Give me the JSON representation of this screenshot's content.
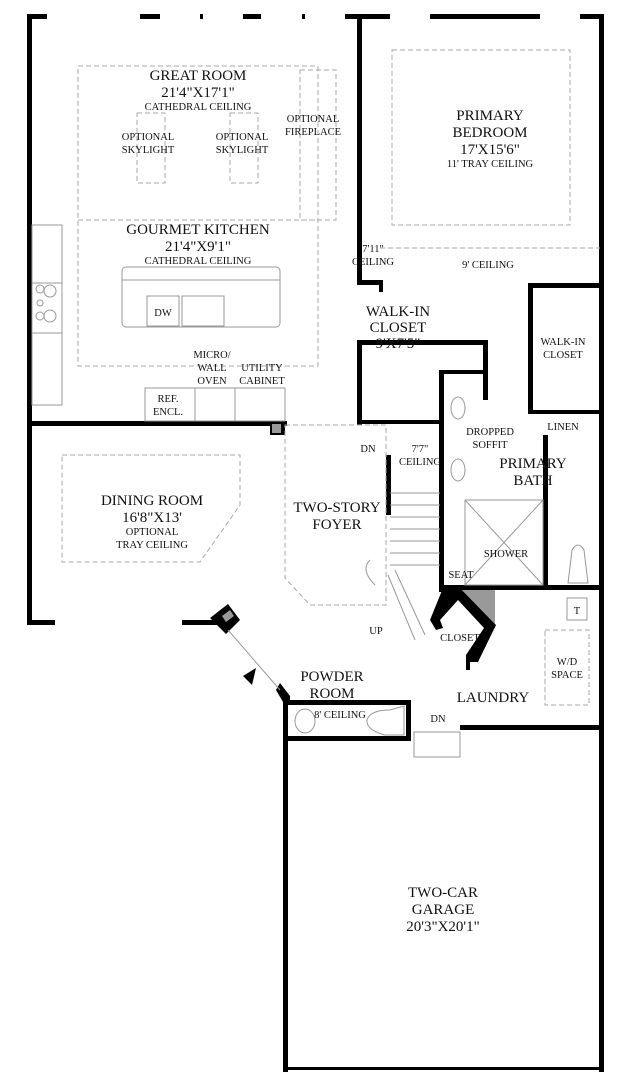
{
  "rooms": {
    "great_room": {
      "name": "GREAT ROOM",
      "size": "21'4\"X17'1\"",
      "note": "CATHEDRAL CEILING"
    },
    "skylight_1": {
      "line1": "OPTIONAL",
      "line2": "SKYLIGHT"
    },
    "skylight_2": {
      "line1": "OPTIONAL",
      "line2": "SKYLIGHT"
    },
    "fireplace": {
      "line1": "OPTIONAL",
      "line2": "FIREPLACE"
    },
    "primary_bedroom": {
      "line1": "PRIMARY",
      "line2": "BEDROOM",
      "size": "17'X15'6\"",
      "note": "11' TRAY CEILING"
    },
    "kitchen": {
      "name": "GOURMET KITCHEN",
      "size": "21'4\"X9'1\"",
      "note": "CATHEDRAL CEILING",
      "dw": "DW"
    },
    "hall_ceiling": {
      "line1": "7'11\"",
      "line2": "CEILING"
    },
    "nine_ceiling": "9' CEILING",
    "walkin_closet": {
      "line1": "WALK-IN",
      "line2": "CLOSET",
      "size": "9'X7'5\""
    },
    "walkin_closet_2": {
      "line1": "WALK-IN",
      "line2": "CLOSET"
    },
    "micro": {
      "line1": "MICRO/",
      "line2": "WALL",
      "line3": "OVEN"
    },
    "utility": {
      "line1": "UTILITY",
      "line2": "CABINET"
    },
    "ref": {
      "line1": "REF.",
      "line2": "ENCL."
    },
    "linen": "LINEN",
    "dropped_soffit": {
      "line1": "DROPPED",
      "line2": "SOFFIT"
    },
    "primary_bath": {
      "line1": "PRIMARY",
      "line2": "BATH"
    },
    "dining_room": {
      "name": "DINING ROOM",
      "size": "16'8\"X13'",
      "note1": "OPTIONAL",
      "note2": "TRAY CEILING"
    },
    "foyer": {
      "line1": "TWO-STORY",
      "line2": "FOYER",
      "dn": "DN",
      "ceiling1": "7'7\"",
      "ceiling2": "CEILING",
      "up": "UP"
    },
    "shower": "SHOWER",
    "seat": "SEAT",
    "closet": "CLOSET",
    "t_label": "T",
    "wd": {
      "line1": "W/D",
      "line2": "SPACE"
    },
    "powder_room": {
      "line1": "POWDER",
      "line2": "ROOM",
      "note": "8' CEILING"
    },
    "laundry": {
      "name": "LAUNDRY",
      "dn": "DN"
    },
    "garage": {
      "line1": "TWO-CAR",
      "line2": "GARAGE",
      "size": "20'3\"X20'1\""
    }
  },
  "colors": {
    "wall": "#000000",
    "fixture": "#999999",
    "dashed": "#aaaaaa",
    "column": "#999999"
  }
}
